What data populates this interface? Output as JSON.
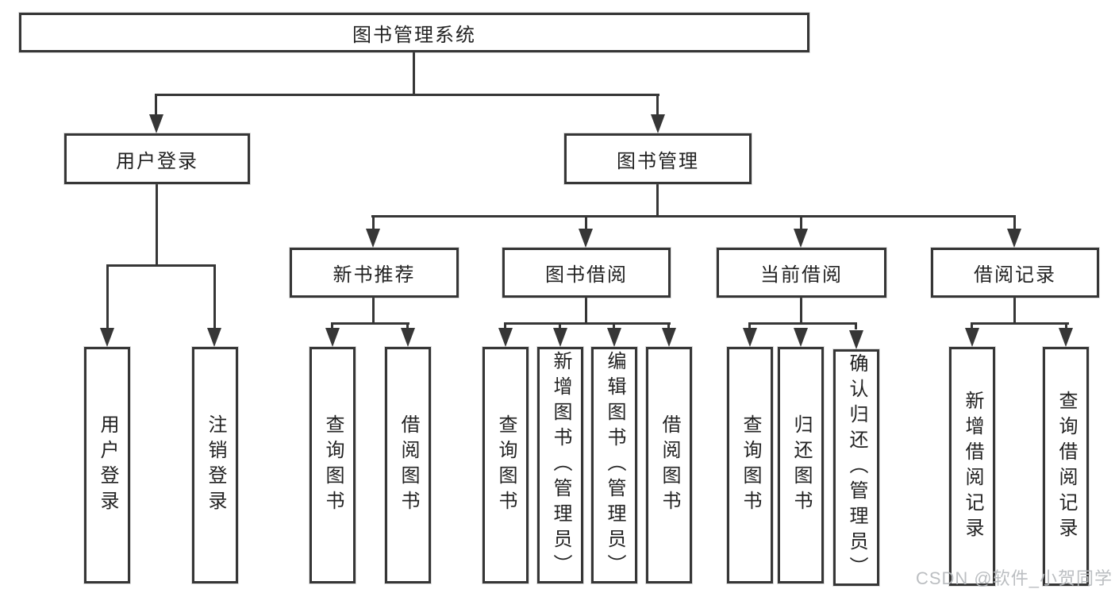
{
  "diagram": {
    "title": "图书管理系统",
    "colors": {
      "line": "#363636",
      "text": "#222222",
      "background": "#ffffff",
      "watermark": "#b7babe"
    },
    "nodes": {
      "root": {
        "label": "图书管理系统"
      },
      "user_login": {
        "label": "用户登录"
      },
      "book_management": {
        "label": "图书管理"
      },
      "new_book_recommend": {
        "label": "新书推荐"
      },
      "book_borrow": {
        "label": "图书借阅"
      },
      "current_borrow": {
        "label": "当前借阅"
      },
      "borrow_records": {
        "label": "借阅记录"
      },
      "leaf_user_login": {
        "label": "用户登录"
      },
      "leaf_logout": {
        "label": "注销登录"
      },
      "leaf_rec_query_books": {
        "label": "查询图书"
      },
      "leaf_rec_borrow_books": {
        "label": "借阅图书"
      },
      "leaf_bb_query_books": {
        "label": "查询图书"
      },
      "leaf_bb_add_books_admin": {
        "label": "新增图书（管理员）"
      },
      "leaf_bb_edit_books_admin": {
        "label": "编辑图书（管理员）"
      },
      "leaf_bb_borrow_books": {
        "label": "借阅图书"
      },
      "leaf_cb_query_books": {
        "label": "查询图书"
      },
      "leaf_cb_return_books": {
        "label": "归还图书"
      },
      "leaf_cb_confirm_return_admin": {
        "label": "确认归还（管理员）"
      },
      "leaf_br_add_record": {
        "label": "新增借阅记录"
      },
      "leaf_br_query_record": {
        "label": "查询借阅记录"
      }
    },
    "watermark": "CSDN @软件_小贺同学"
  }
}
